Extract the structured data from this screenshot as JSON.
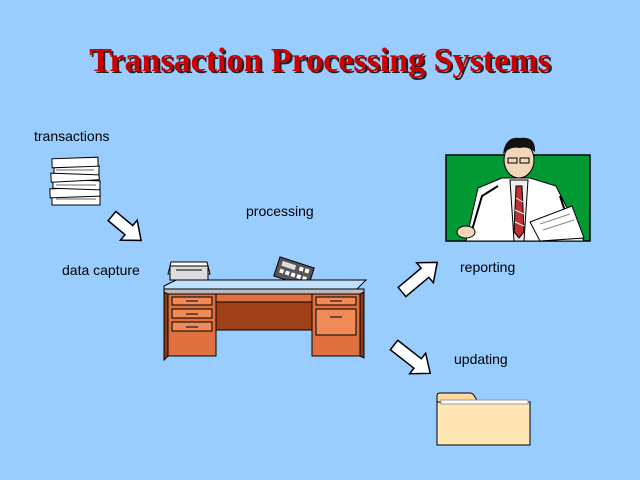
{
  "slide": {
    "title": "Transaction Processing Systems",
    "labels": {
      "transactions": "transactions",
      "data_capture": "data capture",
      "processing": "processing",
      "reporting": "reporting",
      "updating": "updating"
    }
  },
  "colors": {
    "background": "#99ccff",
    "title": "#cc0000",
    "desk": "#e07040",
    "folder": "#ffe6b3",
    "office_backdrop": "#009933"
  },
  "icons": [
    "paper-stack-icon",
    "arrow-icon",
    "inbox-tray-icon",
    "calculator-icon",
    "desk-icon",
    "businessman-icon",
    "folder-icon"
  ]
}
